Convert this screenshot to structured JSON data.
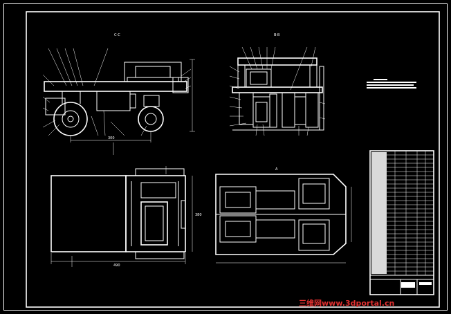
{
  "views": {
    "section_cc": {
      "label": "C-C"
    },
    "section_bb": {
      "label": "B-B"
    },
    "plan_a": {
      "label": "A"
    }
  },
  "dimension_text": {
    "wheelbase": "300",
    "plan_length": "490",
    "plan_width": "380"
  },
  "watermark": {
    "text": "三维网www.3dportal.cn",
    "color": "#e03030"
  },
  "colors": {
    "background": "#000000",
    "lines": "#ffffff"
  }
}
